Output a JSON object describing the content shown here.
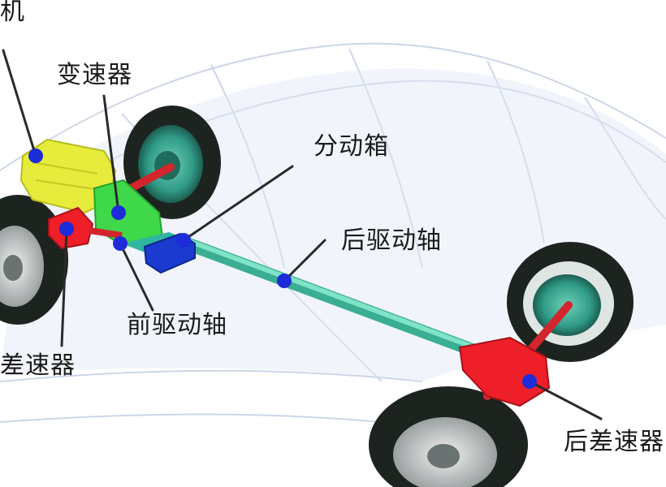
{
  "labels": {
    "engine_partial": "机",
    "transmission": "变速器",
    "transfer_case": "分动箱",
    "rear_drive_shaft": "后驱动轴",
    "front_drive_shaft": "前驱动轴",
    "front_diff_partial": "差速器",
    "rear_diff": "后差速器"
  },
  "colors": {
    "marker": "#1d2bd8",
    "leader": "#2a2a2a",
    "engine": "#e7ec3c",
    "transmission": "#3fd84a",
    "transfer_case": "#1b3ad0",
    "shaft": "#4fc9a8",
    "differential": "#ee1f28",
    "tire": "#1d2420",
    "hub": "#2f9a86"
  }
}
